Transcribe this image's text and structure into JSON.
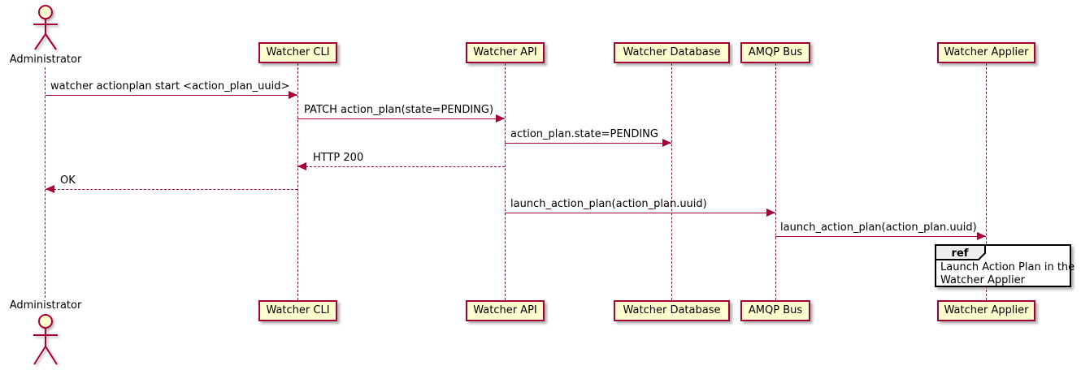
{
  "diagram_type": "uml-sequence-diagram",
  "actor": {
    "label": "Administrator"
  },
  "participants": [
    {
      "label": "Watcher CLI"
    },
    {
      "label": "Watcher API"
    },
    {
      "label": "Watcher Database"
    },
    {
      "label": "AMQP Bus"
    },
    {
      "label": "Watcher Applier"
    }
  ],
  "messages": [
    {
      "label": "watcher actionplan start <action_plan_uuid>",
      "from": "Administrator",
      "to": "Watcher CLI",
      "style": "solid"
    },
    {
      "label": "PATCH action_plan(state=PENDING)",
      "from": "Watcher CLI",
      "to": "Watcher API",
      "style": "solid"
    },
    {
      "label": "action_plan.state=PENDING",
      "from": "Watcher API",
      "to": "Watcher Database",
      "style": "solid"
    },
    {
      "label": "HTTP 200",
      "from": "Watcher API",
      "to": "Watcher CLI",
      "style": "dashed-return"
    },
    {
      "label": "OK",
      "from": "Watcher CLI",
      "to": "Administrator",
      "style": "dashed-return"
    },
    {
      "label": "launch_action_plan(action_plan.uuid)",
      "from": "Watcher API",
      "to": "AMQP Bus",
      "style": "solid"
    },
    {
      "label": "launch_action_plan(action_plan.uuid)",
      "from": "AMQP Bus",
      "to": "Watcher Applier",
      "style": "solid"
    }
  ],
  "ref": {
    "keyword": "ref",
    "lines": [
      "Launch Action Plan in the",
      "Watcher Applier"
    ]
  },
  "colors": {
    "line": "#A80036",
    "participant_fill": "#FEFECE",
    "ref_tab_fill": "#EEEEEE",
    "ref_border": "#000000",
    "text": "#000000"
  }
}
